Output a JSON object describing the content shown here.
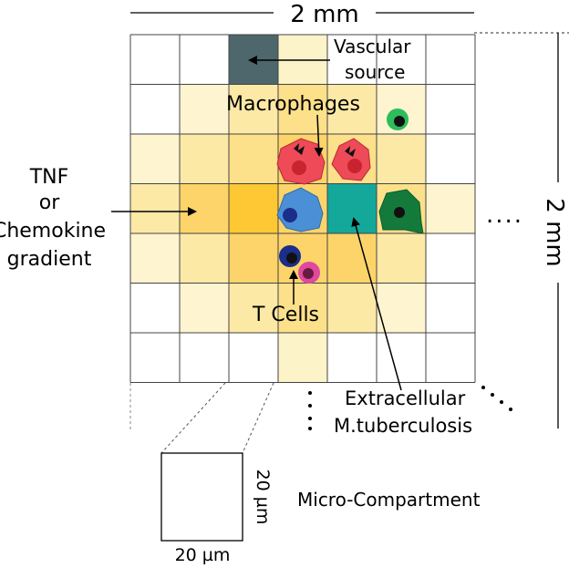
{
  "scale": {
    "top_label": "2 mm",
    "side_label": "2 mm",
    "continuation_dots": "...."
  },
  "grid": {
    "rows": 7,
    "cols": 7,
    "cells": [
      [
        "#ffffff",
        "#ffffff",
        "vascular",
        "#fdf3c9",
        "#ffffff",
        "#ffffff",
        "#ffffff"
      ],
      [
        "#ffffff",
        "#fff4d0",
        "#fde9a6",
        "#fde08a",
        "#fde9a6",
        "#fff4d0",
        "#ffffff"
      ],
      [
        "#fff4d0",
        "#fde9a6",
        "#fde08a",
        "#fdd46a",
        "#fde08a",
        "#fde9a6",
        "#ffffff"
      ],
      [
        "#fde9a6",
        "#fdd46a",
        "#fdc833",
        "#fdd46a",
        "mtb",
        "#fde08a",
        "#fff4d0"
      ],
      [
        "#fff4d0",
        "#fde9a6",
        "#fdd46a",
        "#fdd46a",
        "#fdd46a",
        "#fde9a6",
        "#ffffff"
      ],
      [
        "#ffffff",
        "#fff4d0",
        "#fde9a6",
        "#fde08a",
        "#fde9a6",
        "#fff4d0",
        "#ffffff"
      ],
      [
        "#ffffff",
        "#ffffff",
        "#ffffff",
        "#fdf3c9",
        "#ffffff",
        "#ffffff",
        "#ffffff"
      ]
    ]
  },
  "colors": {
    "vascular": "#4d676c",
    "mtb": "#14a89a",
    "macrophage_red": "#ee4a57",
    "macrophage_blue": "#4b8fd6",
    "macrophage_green": "#147a3c",
    "tcell_blue": "#1a2e8a",
    "tcell_pink": "#e04a9e",
    "tcell_green": "#2dbd5a"
  },
  "labels": {
    "vascular_line1": "Vascular",
    "vascular_line2": "source",
    "macrophages": "Macrophages",
    "tnf_line1": "TNF",
    "tnf_line2": "or",
    "tnf_line3": "Chemokine",
    "tnf_line4": "gradient",
    "tcells": "T Cells",
    "extracellular_line1": "Extracellular",
    "extracellular_line2": "M.tuberculosis",
    "micro_compartment": "Micro-Compartment",
    "inset_side": "20 µm",
    "inset_bottom": "20 µm"
  }
}
